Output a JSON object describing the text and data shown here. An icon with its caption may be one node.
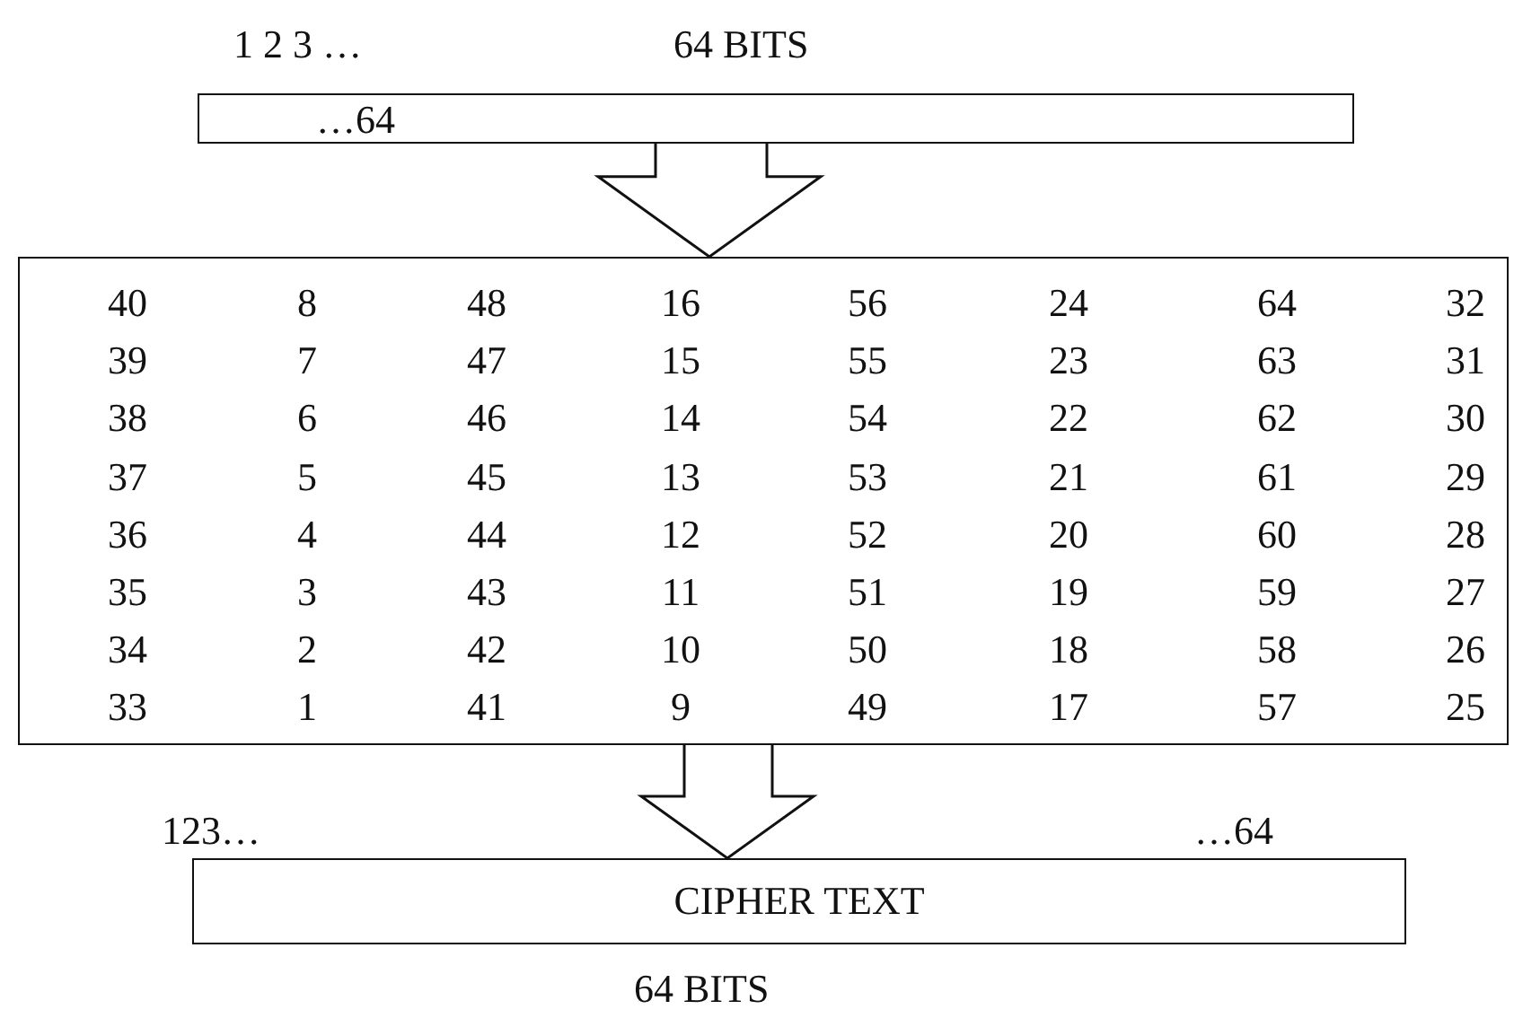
{
  "diagram": {
    "nodes": [
      {
        "text": [
          "…64"
        ],
        "beside": [
          "1 2 3 …",
          "64 BITS"
        ]
      },
      {
        "text": [
          "40",
          "8",
          "48",
          "16",
          "56",
          "24",
          "64",
          "32",
          "39",
          "7",
          "47",
          "15",
          "55",
          "23",
          "63",
          "31",
          "38",
          "6",
          "46",
          "14",
          "54",
          "22",
          "62",
          "30",
          "37",
          "5",
          "45",
          "13",
          "53",
          "21",
          "61",
          "29",
          "36",
          "4",
          "44",
          "12",
          "52",
          "20",
          "60",
          "28",
          "35",
          "3",
          "43",
          "11",
          "51",
          "19",
          "59",
          "27",
          "34",
          "2",
          "42",
          "10",
          "50",
          "18",
          "58",
          "26",
          "33",
          "1",
          "41",
          "9",
          "49",
          "17",
          "57",
          "25"
        ]
      },
      {
        "text": [
          "CIPHER TEXT"
        ],
        "beside": [
          "123…",
          "…64",
          "64 BITS"
        ]
      }
    ],
    "edges": [
      {
        "from": 0,
        "to": 1,
        "arrow": "to"
      },
      {
        "from": 1,
        "to": 2,
        "arrow": "to"
      }
    ]
  }
}
